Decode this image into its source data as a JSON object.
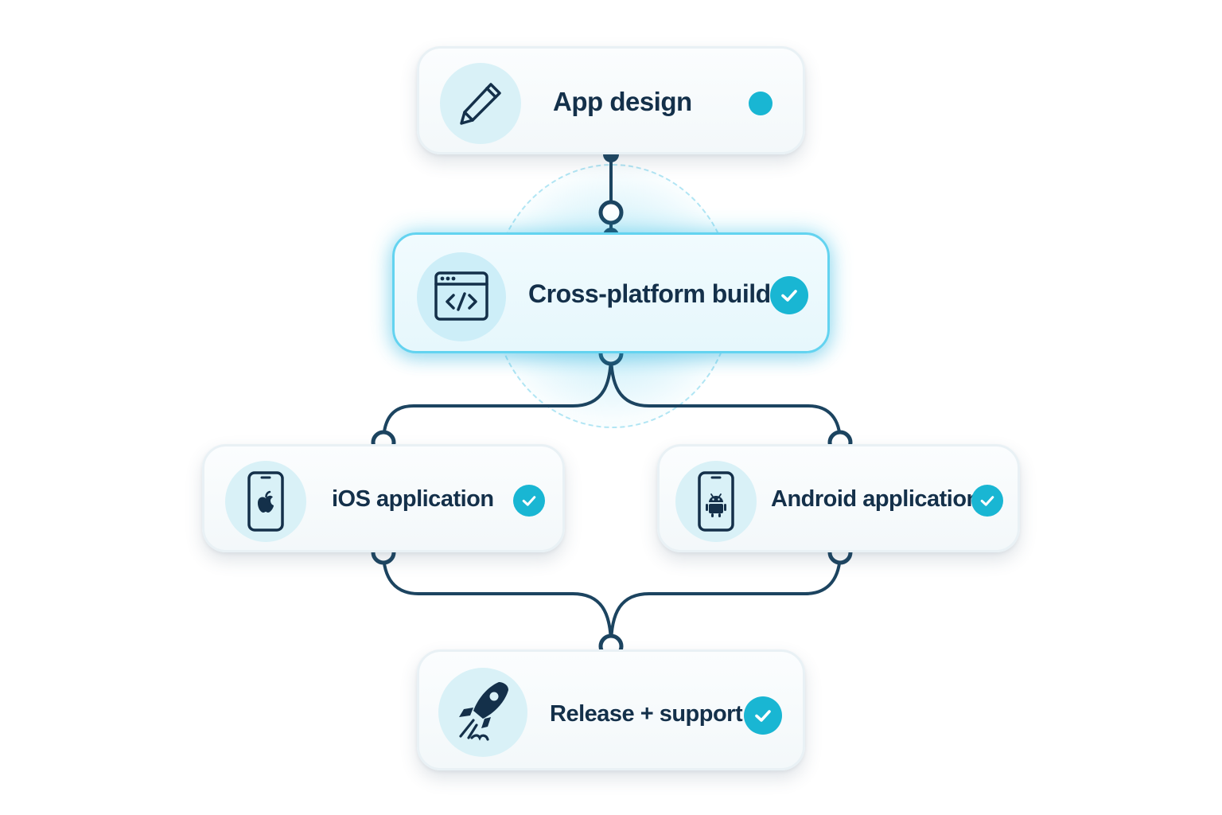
{
  "colors": {
    "accent": "#19b6d3",
    "connector": "#1c4460",
    "text": "#14304a",
    "active_border": "#63d3f0"
  },
  "nodes": [
    {
      "id": "app-design",
      "label": "App design",
      "icon": "pencil-icon",
      "status": "in-progress-dot"
    },
    {
      "id": "cross-platform-build",
      "label": "Cross-platform build",
      "icon": "code-window-icon",
      "status": "completed-check",
      "active": true
    },
    {
      "id": "ios-application",
      "label": "iOS application",
      "icon": "iphone-apple-icon",
      "status": "completed-check"
    },
    {
      "id": "android-application",
      "label": "Android application",
      "icon": "phone-android-icon",
      "status": "completed-check"
    },
    {
      "id": "release-support",
      "label": "Release + support",
      "icon": "rocket-icon",
      "status": "completed-check"
    }
  ],
  "edges": [
    {
      "from": "app-design",
      "to": "cross-platform-build"
    },
    {
      "from": "cross-platform-build",
      "to": "ios-application"
    },
    {
      "from": "cross-platform-build",
      "to": "android-application"
    },
    {
      "from": "ios-application",
      "to": "release-support"
    },
    {
      "from": "android-application",
      "to": "release-support"
    }
  ]
}
